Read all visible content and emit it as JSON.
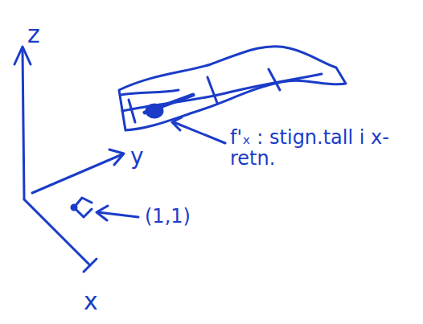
{
  "diagram": {
    "labels": [
      "z",
      "y",
      "x",
      "(1,1)",
      "f'ₓ : stign.tall i x-retn."
    ]
  }
}
